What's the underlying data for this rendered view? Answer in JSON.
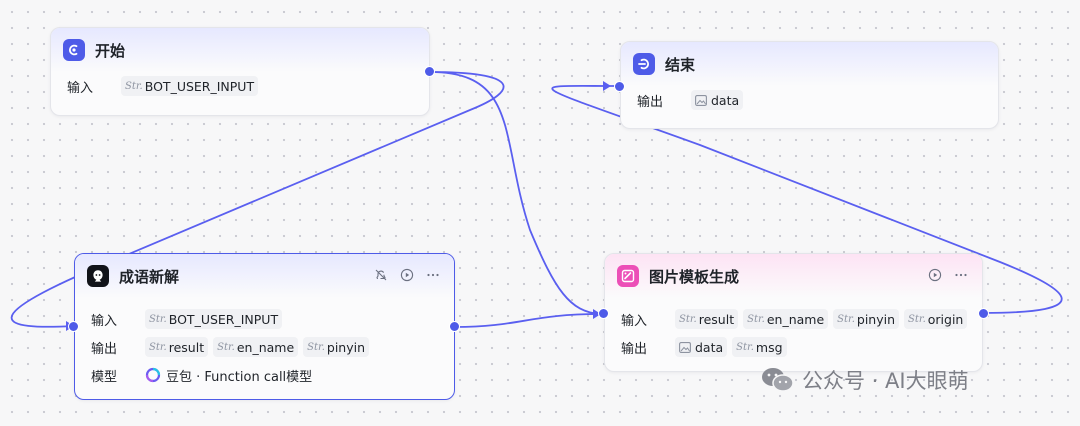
{
  "nodes": {
    "start": {
      "title": "开始",
      "input_label": "输入",
      "input_tags": [
        {
          "type": "Str.",
          "name": "BOT_USER_INPUT"
        }
      ]
    },
    "end": {
      "title": "结束",
      "output_label": "输出",
      "output_tags": [
        {
          "type": "image",
          "name": "data"
        }
      ]
    },
    "idiom": {
      "title": "成语新解",
      "input_label": "输入",
      "input_tags": [
        {
          "type": "Str.",
          "name": "BOT_USER_INPUT"
        }
      ],
      "output_label": "输出",
      "output_tags": [
        {
          "type": "Str.",
          "name": "result"
        },
        {
          "type": "Str.",
          "name": "en_name"
        },
        {
          "type": "Str.",
          "name": "pinyin"
        }
      ],
      "model_label": "模型",
      "model_value": "豆包 · Function call模型"
    },
    "image_template": {
      "title": "图片模板生成",
      "input_label": "输入",
      "input_tags": [
        {
          "type": "Str.",
          "name": "result"
        },
        {
          "type": "Str.",
          "name": "en_name"
        },
        {
          "type": "Str.",
          "name": "pinyin"
        },
        {
          "type": "Str.",
          "name": "origin"
        }
      ],
      "output_label": "输出",
      "output_tags": [
        {
          "type": "image",
          "name": "data"
        },
        {
          "type": "Str.",
          "name": "msg"
        }
      ]
    }
  },
  "icons": {
    "start": "start-flow-icon",
    "end": "end-flow-icon",
    "idiom": "llm-node-icon",
    "image_template": "image-template-icon",
    "mute": "debug-off-icon",
    "run": "run-icon",
    "more": "more-icon"
  },
  "colors": {
    "accent": "#4e5be8",
    "edge": "#5a5ff0",
    "image_node_icon": "#ec4fb7"
  },
  "watermark": "公众号 · AI大眼萌"
}
